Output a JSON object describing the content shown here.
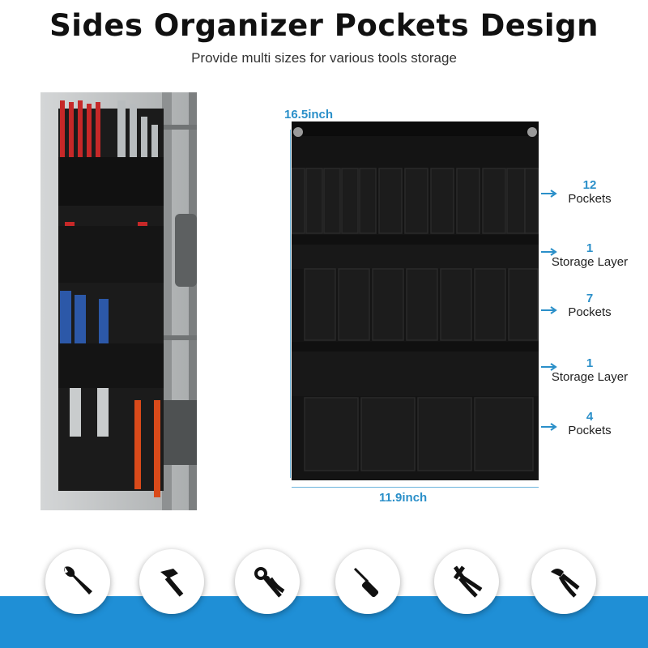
{
  "header": {
    "title": "Sides Organizer Pockets Design",
    "subtitle": "Provide multi sizes for various tools storage"
  },
  "dimensions": {
    "height": "16.5inch",
    "width": "11.9inch"
  },
  "features": [
    {
      "number": "12",
      "label": "Pockets"
    },
    {
      "number": "1",
      "label": "Storage Layer"
    },
    {
      "number": "7",
      "label": "Pockets"
    },
    {
      "number": "1",
      "label": "Storage Layer"
    },
    {
      "number": "4",
      "label": "Pockets"
    }
  ],
  "tool_icons": [
    "wrench-icon",
    "hammer-icon",
    "pliers-icon",
    "screwdriver-icon",
    "cutting-pliers-icon",
    "pruning-shears-icon"
  ],
  "colors": {
    "accent": "#2a8fc9",
    "band": "#1f8fd6",
    "organizer": "#141414"
  }
}
